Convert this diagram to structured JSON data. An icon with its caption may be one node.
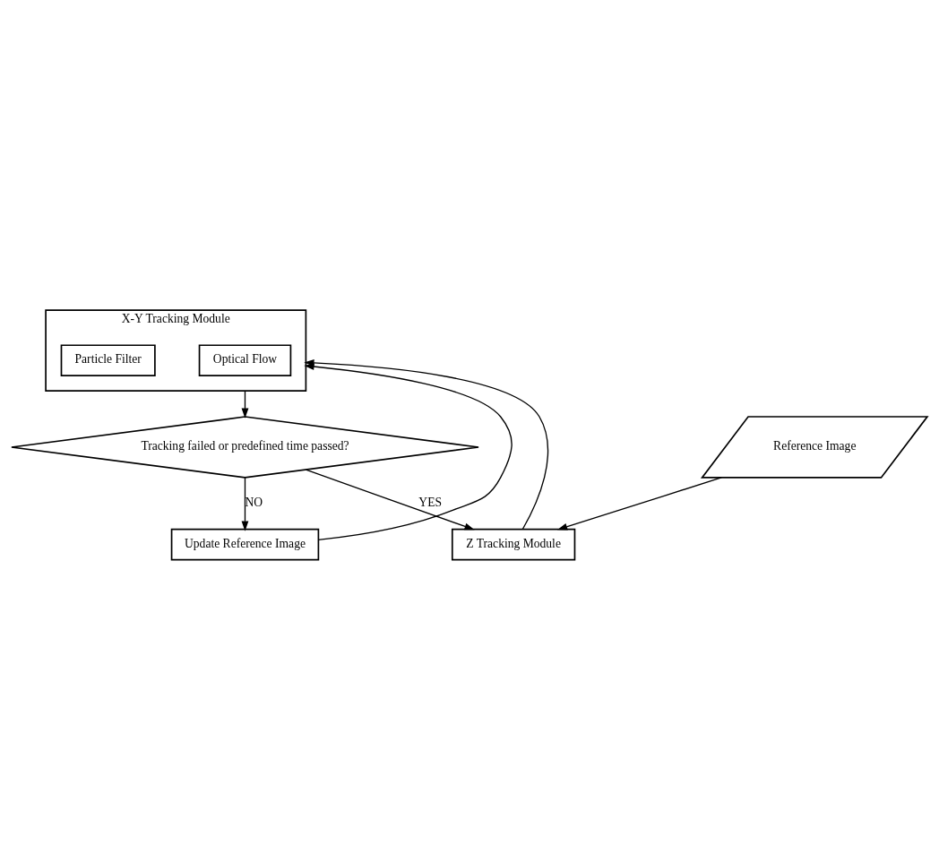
{
  "diagram": {
    "nodes": [
      {
        "text": [
          "X-Y Tracking Module"
        ]
      },
      {
        "text": [
          "Optical Flow"
        ],
        "in": 0
      },
      {
        "text": [
          "Particle Filter"
        ],
        "in": 0
      },
      {
        "text": [
          "Tracking failed or predefined time passed?"
        ]
      },
      {
        "text": [
          "Update Reference Image"
        ]
      },
      {
        "text": [
          "Reference Image"
        ]
      },
      {
        "text": [
          "Z Tracking Module"
        ]
      }
    ],
    "edges": [
      {
        "from": 0,
        "to": 3,
        "arrow": "to"
      },
      {
        "from": 3,
        "to": 4,
        "arrow": "to",
        "label": "NO"
      },
      {
        "from": 4,
        "to": 0,
        "arrow": "to"
      },
      {
        "from": 3,
        "to": 6,
        "arrow": "to",
        "label": "YES"
      },
      {
        "from": 5,
        "to": 6,
        "arrow": "to"
      },
      {
        "from": 6,
        "to": 0,
        "arrow": "to"
      }
    ]
  }
}
